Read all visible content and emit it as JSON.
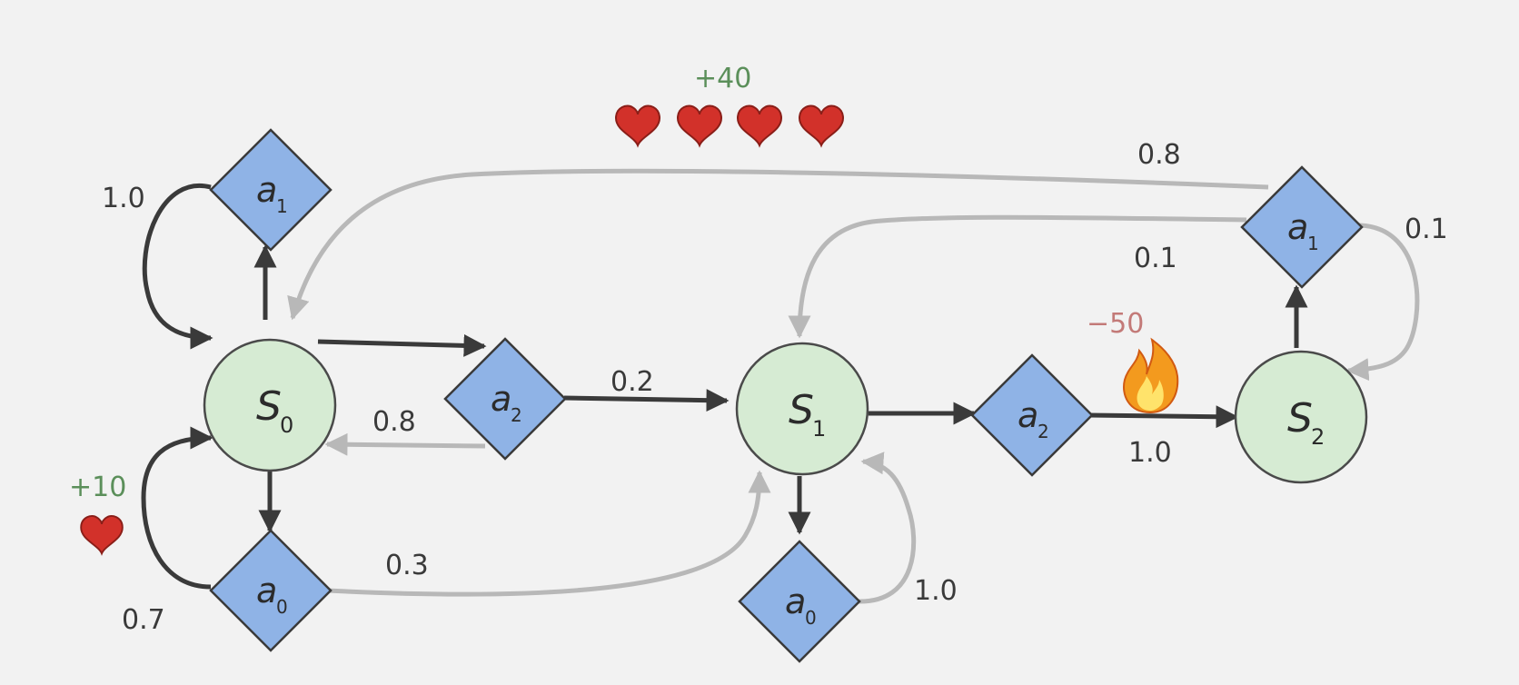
{
  "colors": {
    "state_fill": "#d6ebd3",
    "state_stroke": "#4a4a4a",
    "action_fill": "#8fb3e6",
    "action_stroke": "#3a3a3a",
    "dark_arrow": "#3a3a3a",
    "light_arrow": "#b8b8b8",
    "heart": "#d2312a",
    "reward_positive": "#5b8f5a",
    "reward_negative": "#c37a78"
  },
  "states": [
    {
      "id": "s0",
      "letter": "S",
      "sub": "0"
    },
    {
      "id": "s1",
      "letter": "S",
      "sub": "1"
    },
    {
      "id": "s2",
      "letter": "S",
      "sub": "2"
    }
  ],
  "actions": [
    {
      "id": "s0a1",
      "letter": "a",
      "sub": "1"
    },
    {
      "id": "s0a2",
      "letter": "a",
      "sub": "2"
    },
    {
      "id": "s0a0",
      "letter": "a",
      "sub": "0"
    },
    {
      "id": "s1a2",
      "letter": "a",
      "sub": "2"
    },
    {
      "id": "s1a0",
      "letter": "a",
      "sub": "0"
    },
    {
      "id": "s2a1",
      "letter": "a",
      "sub": "1"
    }
  ],
  "transition_labels": {
    "s0a1_to_s0": "1.0",
    "s0a0_to_s0": "0.7",
    "s0a2_to_s0": "0.8",
    "s0a2_to_s1": "0.2",
    "s0a0_to_s1": "0.3",
    "s1a0_to_s1": "1.0",
    "s1a2_to_s2": "1.0",
    "s2a1_to_s0": "0.8",
    "s2a1_to_s1": "0.1",
    "s2a1_to_s2": "0.1"
  },
  "rewards": {
    "s2a1_to_s0": "+40",
    "s0a0_to_s0": "+10",
    "s1a2_to_s2": "−50"
  },
  "icons": {
    "hearts_big": [
      "heart-icon",
      "heart-icon",
      "heart-icon",
      "heart-icon"
    ],
    "heart_small": "heart-icon",
    "fire": "fire-icon"
  }
}
